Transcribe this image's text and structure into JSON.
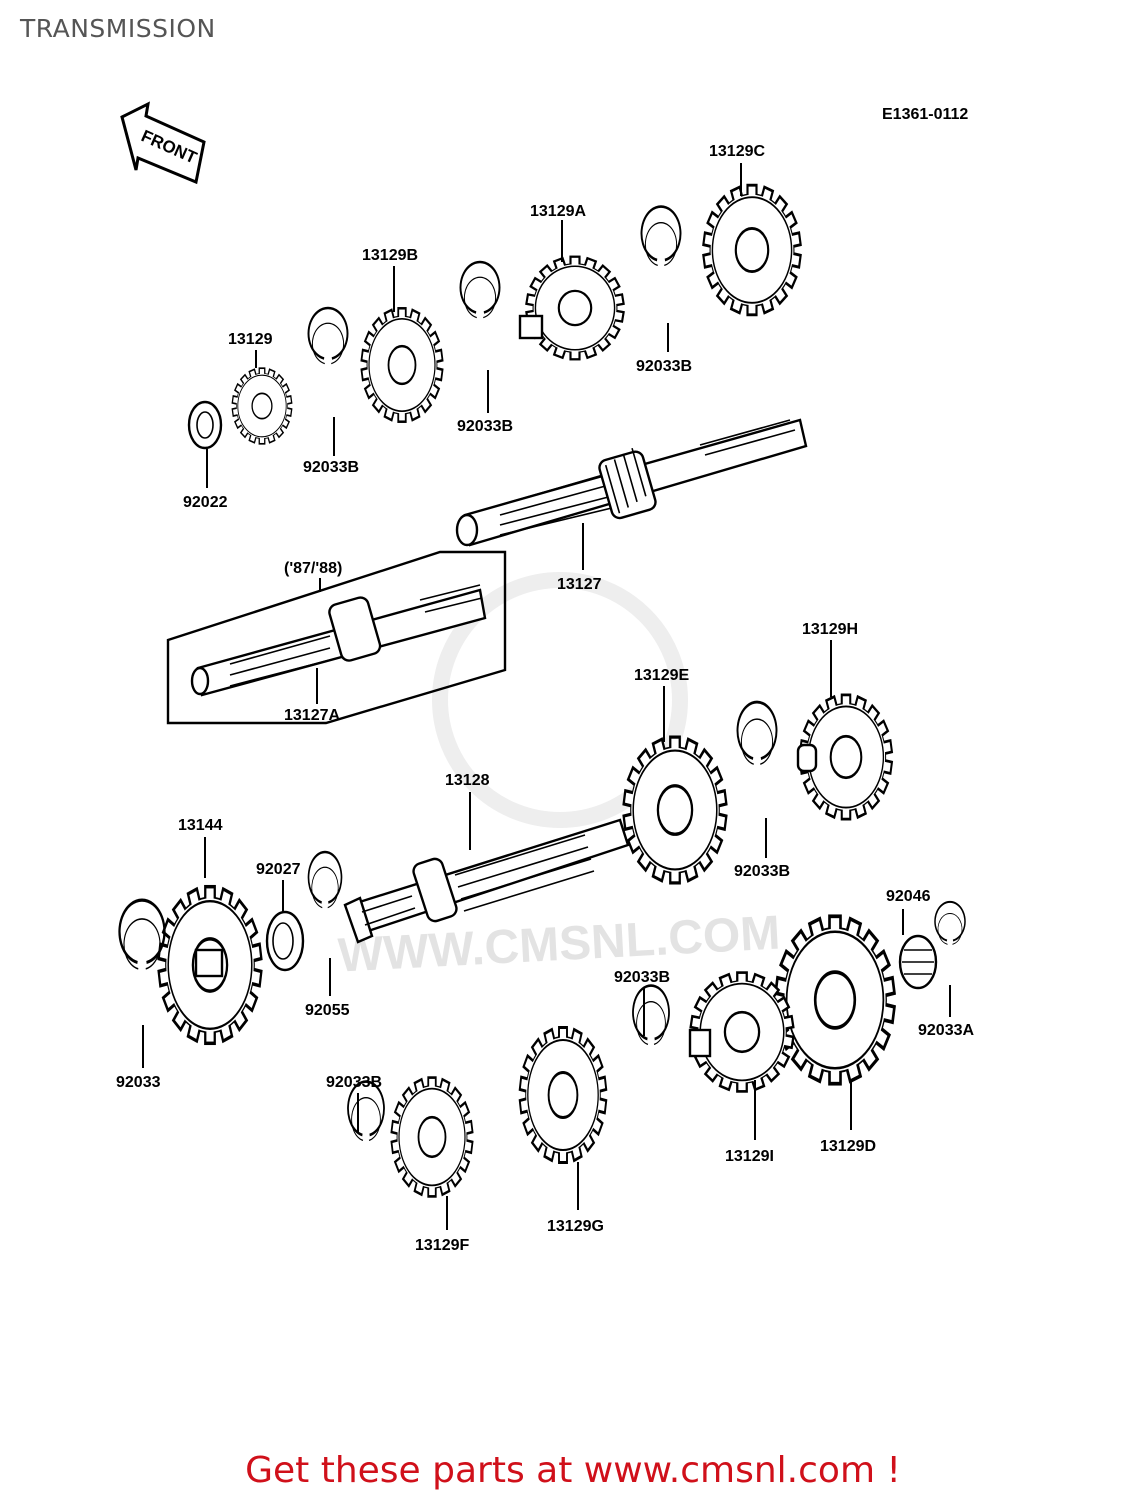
{
  "page": {
    "title": "TRANSMISSION",
    "diagram_code": "E1361-0112",
    "front_label": "FRONT",
    "watermark": "WWW.CMSNL.COM",
    "cta": "Get these parts at www.cmsnl.com !"
  },
  "callouts": {
    "13129C": "13129C",
    "13129A": "13129A",
    "13129B": "13129B",
    "13129": "13129",
    "92033B_1": "92033B",
    "92033B_2": "92033B",
    "92033B_3": "92033B",
    "92022": "92022",
    "13127": "13127",
    "87_88": "('87/'88)",
    "13127A": "13127A",
    "13129H": "13129H",
    "13129E": "13129E",
    "13128": "13128",
    "92033B_4": "92033B",
    "13144": "13144",
    "92027": "92027",
    "92046": "92046",
    "92033B_5": "92033B",
    "92055": "92055",
    "92033A": "92033A",
    "92033": "92033",
    "92033B_6": "92033B",
    "13129I": "13129I",
    "13129D": "13129D",
    "13129G": "13129G",
    "13129F": "13129F"
  },
  "colors": {
    "cta": "#d0101a",
    "title": "#555555",
    "watermark": "#e3e3e3"
  }
}
